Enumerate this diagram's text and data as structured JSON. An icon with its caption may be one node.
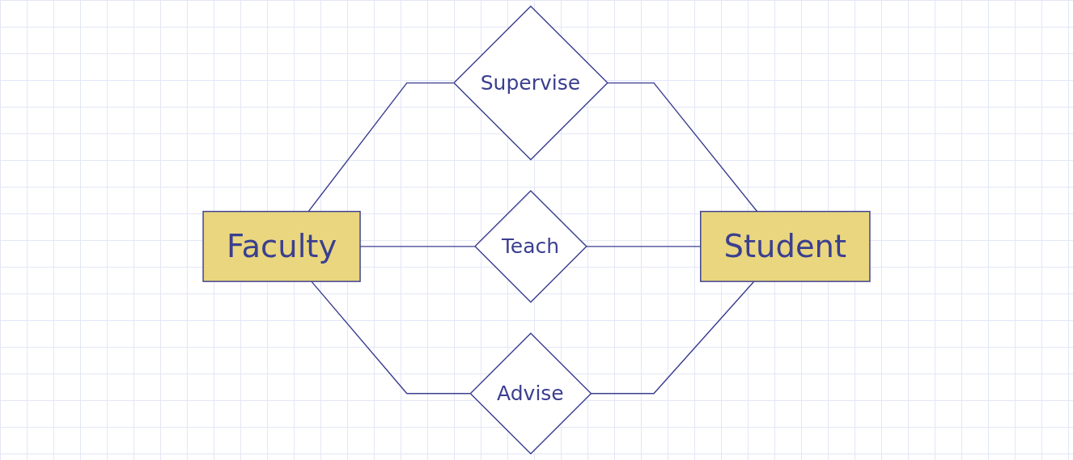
{
  "diagram": {
    "nodes": [
      {
        "text": [
          "Supervise"
        ]
      },
      {
        "text": [
          "Faculty"
        ]
      },
      {
        "text": [
          "Teach"
        ]
      },
      {
        "text": [
          "Student"
        ]
      },
      {
        "text": [
          "Advise"
        ]
      }
    ],
    "edges": [
      {
        "from": 1,
        "to": 0,
        "arrow": "none"
      },
      {
        "from": 0,
        "to": 3,
        "arrow": "none"
      },
      {
        "from": 1,
        "to": 2,
        "arrow": "none"
      },
      {
        "from": 2,
        "to": 3,
        "arrow": "none"
      },
      {
        "from": 1,
        "to": 4,
        "arrow": "none"
      },
      {
        "from": 4,
        "to": 3,
        "arrow": "none"
      }
    ]
  }
}
